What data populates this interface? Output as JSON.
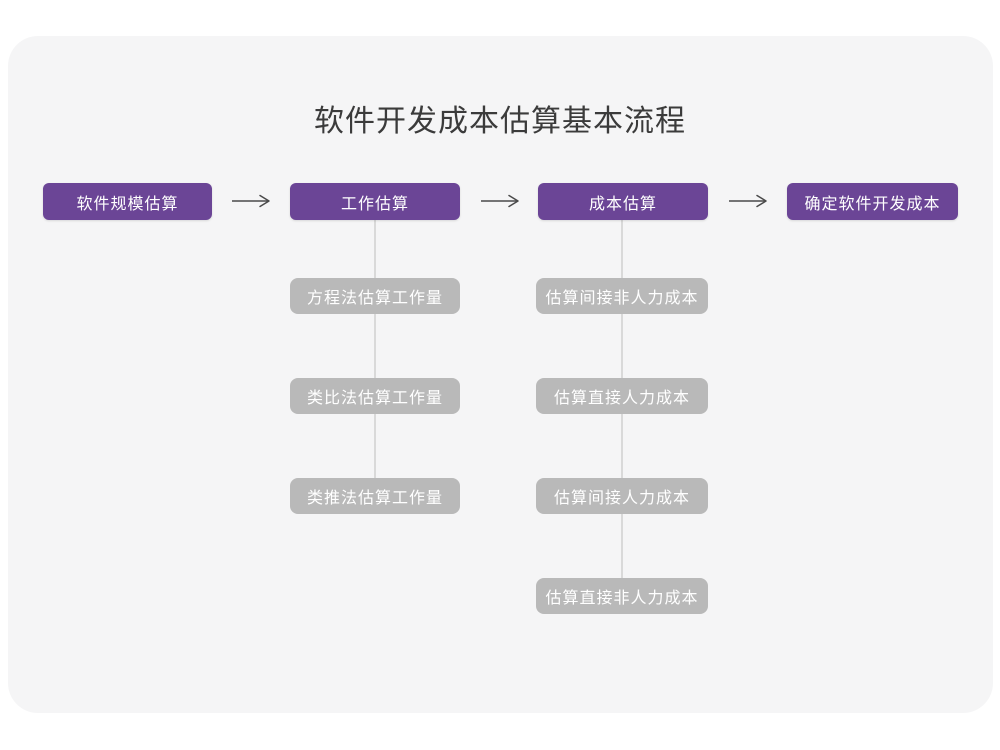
{
  "title": "软件开发成本估算基本流程",
  "colors": {
    "accent_purple": "#6b4596",
    "sub_box_gray": "#b9b9b9",
    "card_background": "#f5f5f6",
    "page_background": "#ffffff",
    "connector_line": "#d9d9d9",
    "arrow": "#4a4a4a",
    "title_text": "#3b3b3b",
    "box_text": "#ffffff"
  },
  "flow": {
    "stages": [
      {
        "label": "软件规模估算"
      },
      {
        "label": "工作估算"
      },
      {
        "label": "成本估算"
      },
      {
        "label": "确定软件开发成本"
      }
    ],
    "work_estimation_methods": [
      {
        "label": "方程法估算工作量"
      },
      {
        "label": "类比法估算工作量"
      },
      {
        "label": "类推法估算工作量"
      }
    ],
    "cost_estimation_steps": [
      {
        "label": "估算间接非人力成本"
      },
      {
        "label": "估算直接人力成本"
      },
      {
        "label": "估算间接人力成本"
      },
      {
        "label": "估算直接非人力成本"
      }
    ]
  }
}
